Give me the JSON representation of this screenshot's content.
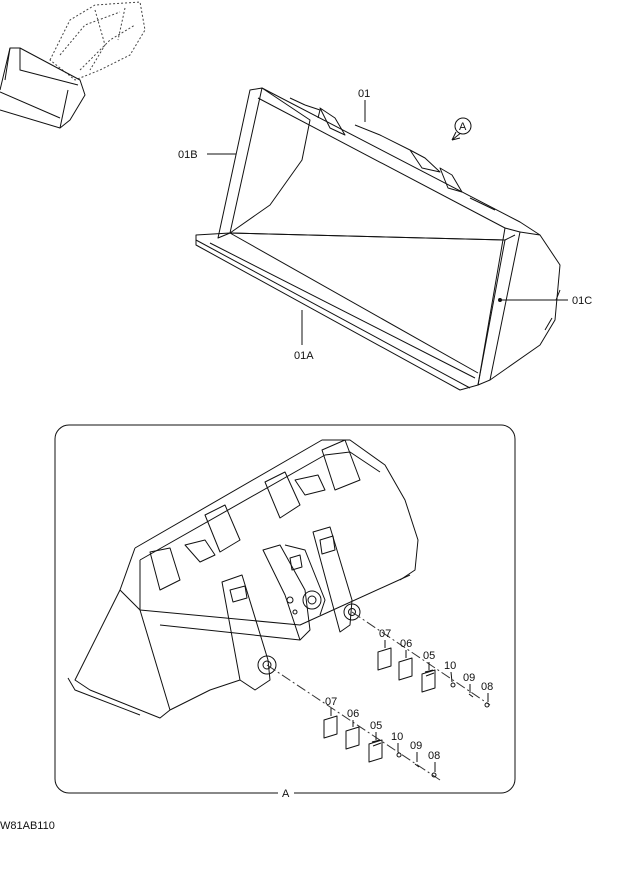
{
  "callouts": {
    "part_01": "01",
    "part_01A": "01A",
    "part_01B": "01B",
    "part_01C": "01C",
    "view_ref": "A",
    "view_title": "A"
  },
  "upper_row": [
    "07",
    "06",
    "05",
    "10",
    "09",
    "08"
  ],
  "lower_row": [
    "07",
    "06",
    "05",
    "10",
    "09",
    "08"
  ],
  "drawing_code": "W81AB110"
}
